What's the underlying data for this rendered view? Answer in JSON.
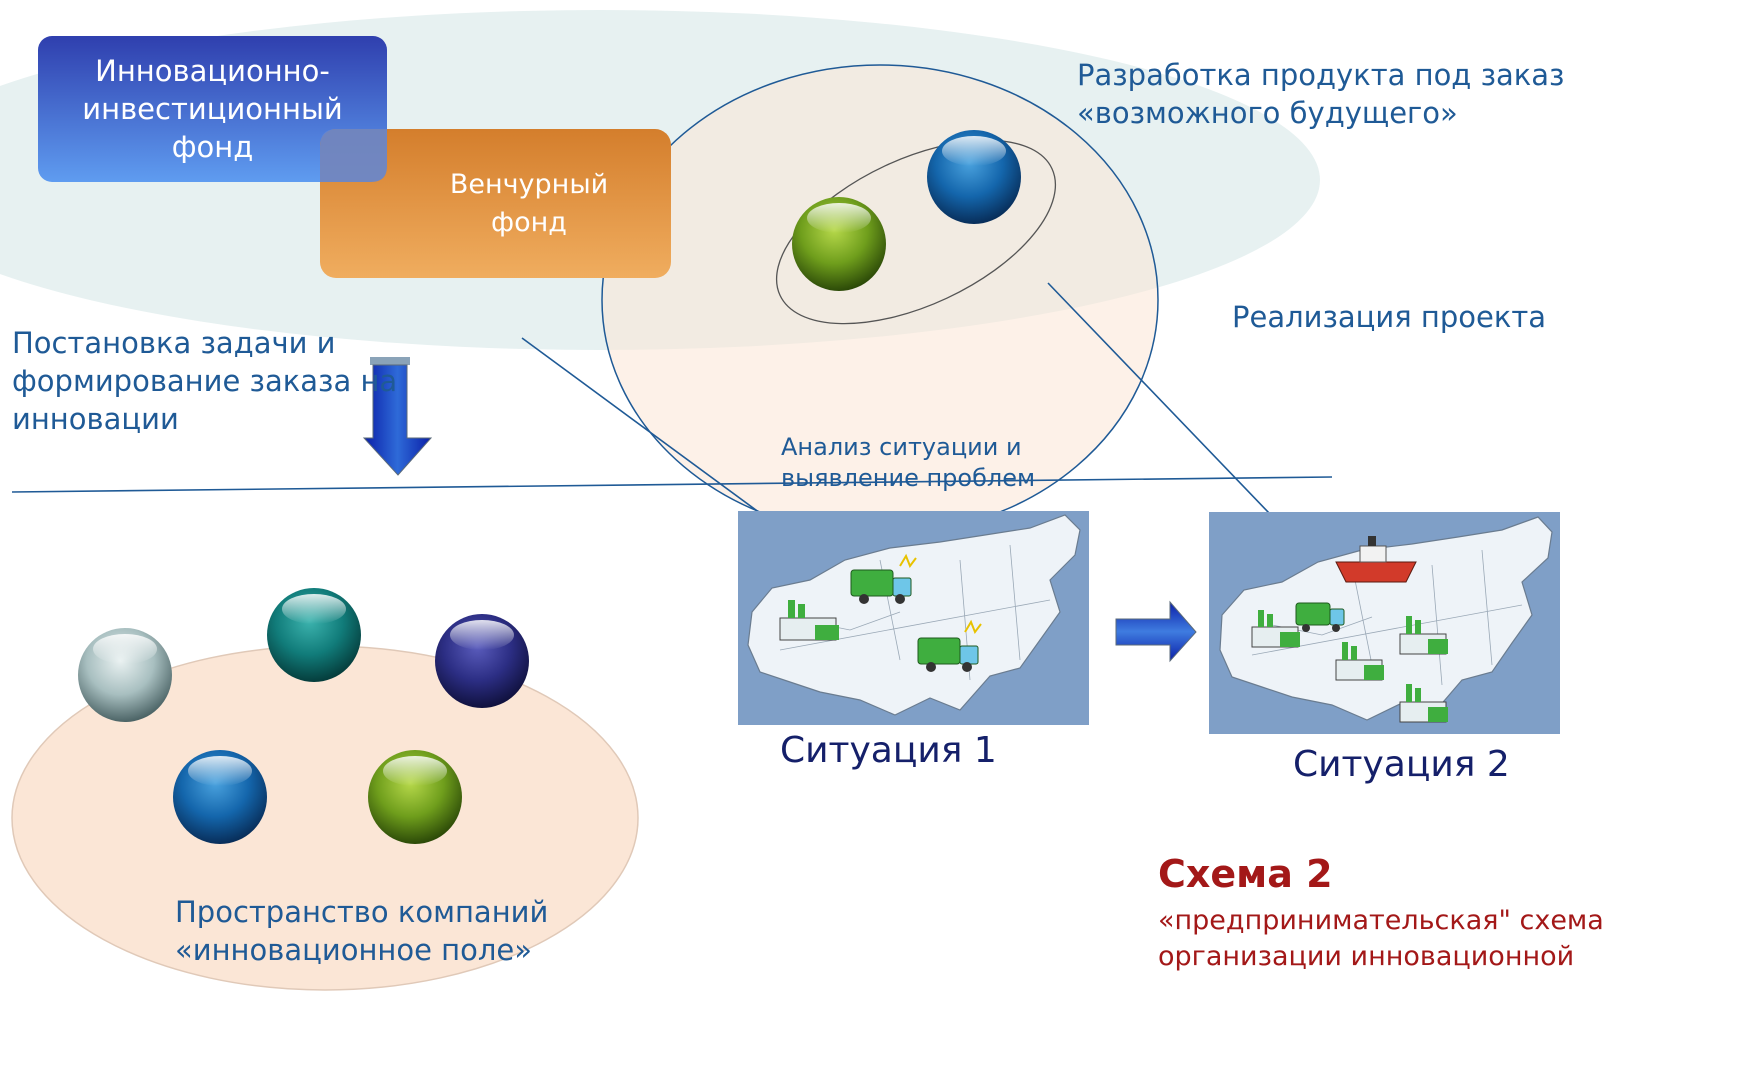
{
  "labels": {
    "innovation_fund": "Инновационно-\nинвестиционный\nфонд",
    "venture_fund": "Венчурный\nфонд",
    "product_development": "Разработка продукта под заказ\n«возможного будущего»",
    "project_implementation": "Реализация проекта",
    "task_setting": "Постановка задачи и\nформирование заказа на\nинновации",
    "situation_analysis": "Анализ ситуации и\nвыявление проблем",
    "company_space": "Пространство компаний\n«инновационное поле»",
    "situation_1": "Ситуация 1",
    "situation_2": "Ситуация 2",
    "scheme_title": "Схема 2",
    "scheme_subtitle": "«предпринимательская\" схема\nорганизации инновационной"
  },
  "colors": {
    "label_blue": "#1f5a96",
    "situation_navy": "#15206a",
    "scheme_red": "#a31818",
    "innovation_box": "#4a70d8",
    "venture_box": "#e39a48",
    "top_ellipse": "#e7f1f1",
    "peach": "#fbe6d6",
    "map_background": "#7f9fc7",
    "line": "#1f5a96"
  },
  "spheres": [
    {
      "name": "sphere-gray",
      "color": "gray"
    },
    {
      "name": "sphere-teal",
      "color": "teal"
    },
    {
      "name": "sphere-navy",
      "color": "navy"
    },
    {
      "name": "sphere-blue",
      "color": "blue"
    },
    {
      "name": "sphere-green",
      "color": "green"
    }
  ]
}
